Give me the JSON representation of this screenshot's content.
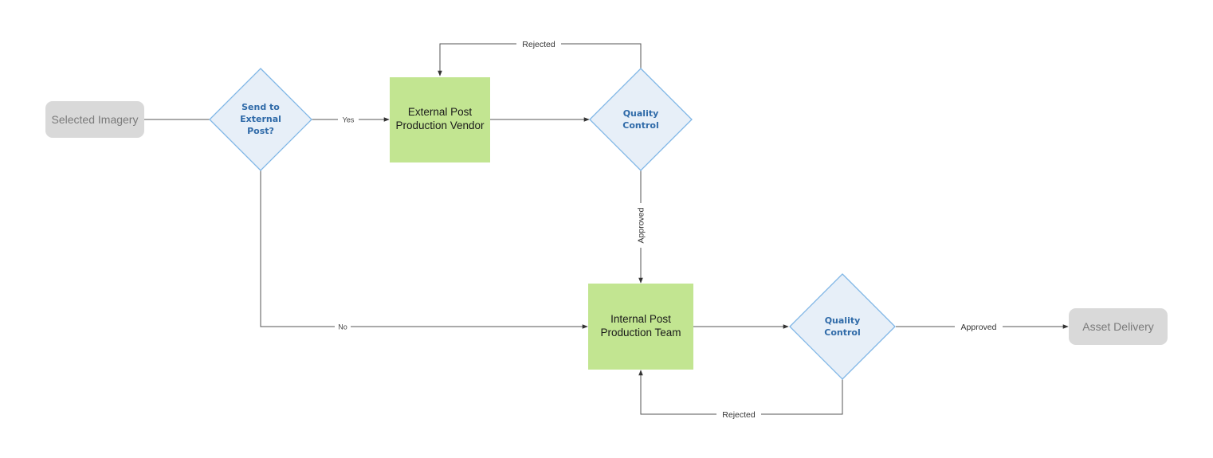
{
  "nodes": {
    "selected_imagery": "Selected Imagery",
    "send_to_external": [
      "Send to",
      "External",
      "Post?"
    ],
    "external_vendor": [
      "External Post",
      "Production Vendor"
    ],
    "quality_control_1": [
      "Quality",
      "Control"
    ],
    "internal_team": [
      "Internal Post",
      "Production Team"
    ],
    "quality_control_2": [
      "Quality",
      "Control"
    ],
    "asset_delivery": "Asset Delivery"
  },
  "edges": {
    "yes": "Yes",
    "no": "No",
    "rejected_top": "Rejected",
    "approved_vertical": "Approved",
    "approved_final": "Approved",
    "rejected_bottom": "Rejected"
  },
  "colors": {
    "terminal_fill": "#d9d9d9",
    "process_fill": "#c2e591",
    "decision_fill": "#e7eff8",
    "decision_stroke": "#7fb6e6",
    "decision_text": "#2f6aa8",
    "edge_stroke": "#555555"
  }
}
